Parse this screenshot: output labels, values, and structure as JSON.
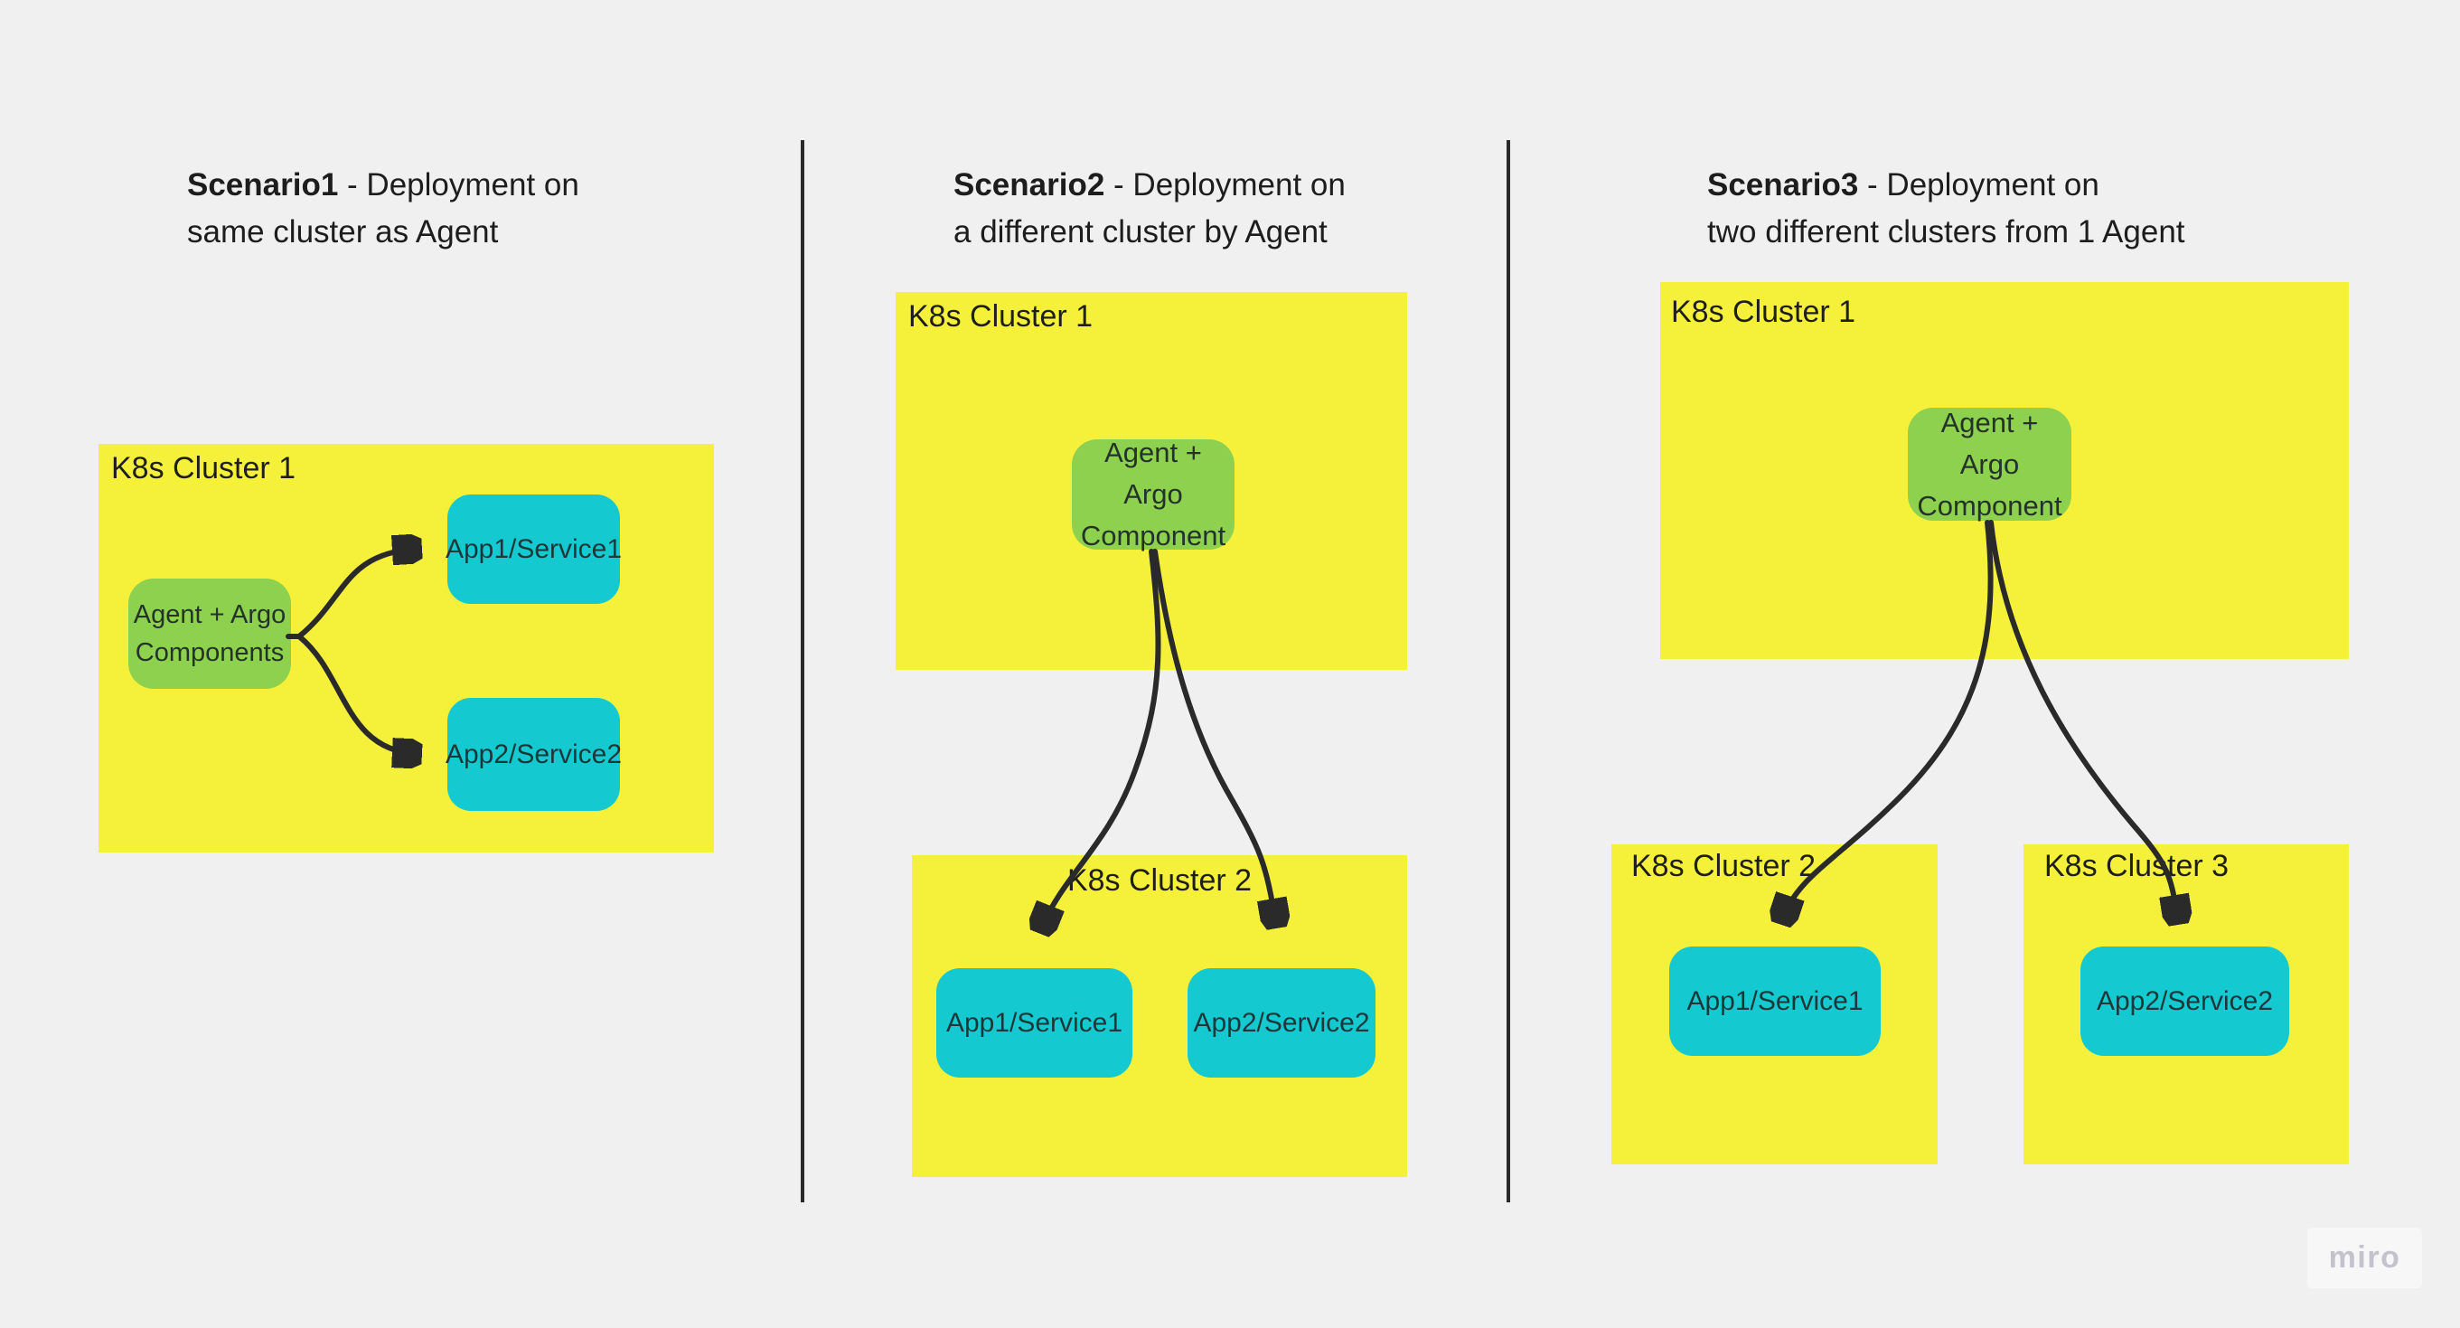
{
  "colors": {
    "background": "#f0f0f1",
    "sticky-yellow": "#f5f13a",
    "node-green": "#8ed14f",
    "node-cyan": "#14c9d0",
    "stroke-dark": "#2a2a2a",
    "text-dark": "#1d1d1d",
    "watermark-bg": "#f7f7f8",
    "watermark-text": "#c3c2cd"
  },
  "watermark": {
    "label": "miro"
  },
  "scenarios": [
    {
      "title": {
        "bold": "Scenario1",
        "rest": " - Deployment on",
        "line2": "same cluster as Agent"
      },
      "clusters": [
        {
          "label": "K8s Cluster 1"
        }
      ],
      "agent": {
        "lines": [
          "Agent + Argo",
          "Components"
        ]
      },
      "apps": [
        "App1/Service1",
        "App2/Service2"
      ]
    },
    {
      "title": {
        "bold": "Scenario2",
        "rest": " - Deployment on",
        "line2": "a different cluster by Agent"
      },
      "clusters": [
        {
          "label": "K8s Cluster 1"
        },
        {
          "label": "K8s Cluster 2"
        }
      ],
      "agent": {
        "lines": [
          "Agent +",
          "Argo",
          "Component"
        ]
      },
      "apps": [
        "App1/Service1",
        "App2/Service2"
      ]
    },
    {
      "title": {
        "bold": "Scenario3",
        "rest": " - Deployment on",
        "line2": "two different clusters from 1 Agent"
      },
      "clusters": [
        {
          "label": "K8s Cluster 1"
        },
        {
          "label": "K8s Cluster 2"
        },
        {
          "label": "K8s Cluster 3"
        }
      ],
      "agent": {
        "lines": [
          "Agent +",
          "Argo",
          "Component"
        ]
      },
      "apps": [
        "App1/Service1",
        "App2/Service2"
      ]
    }
  ]
}
